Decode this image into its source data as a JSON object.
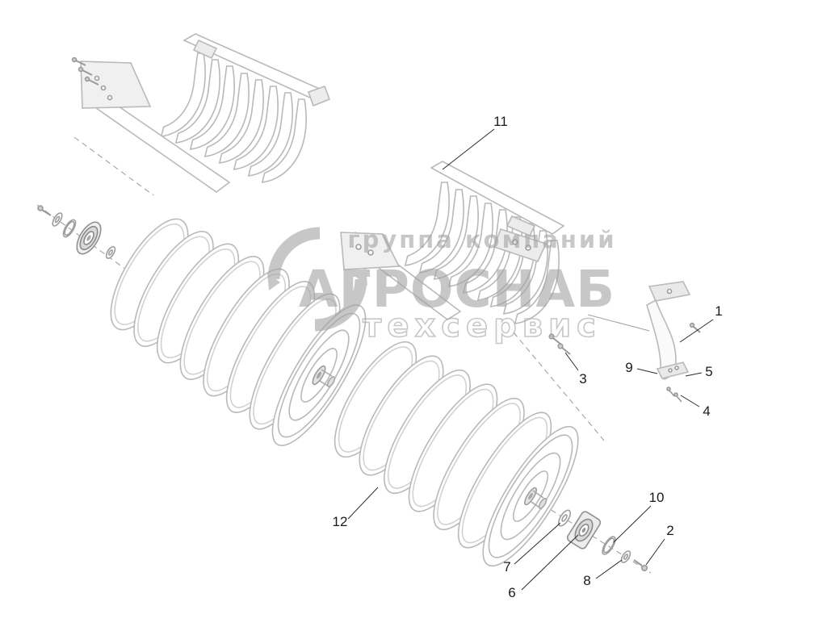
{
  "watermark": {
    "line1": "группа компаний",
    "line2": "АГРОСНАБ",
    "line3": "техсервис",
    "color": "#a3a3a3"
  },
  "colors": {
    "line": "#b9b9b9",
    "label": "#1a1a1a",
    "dash": "#9a9a9a",
    "background": "#ffffff"
  },
  "part_labels": [
    {
      "num": "11"
    },
    {
      "num": "1"
    },
    {
      "num": "3"
    },
    {
      "num": "9"
    },
    {
      "num": "5"
    },
    {
      "num": "4"
    },
    {
      "num": "10"
    },
    {
      "num": "2"
    },
    {
      "num": "12"
    },
    {
      "num": "7"
    },
    {
      "num": "6"
    },
    {
      "num": "8"
    }
  ]
}
